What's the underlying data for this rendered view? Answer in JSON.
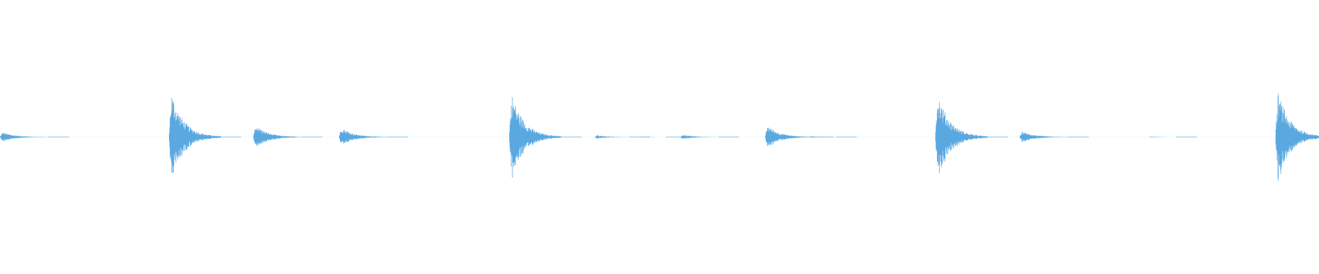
{
  "waveform": {
    "color": "#5aa8e0",
    "background": "#ffffff",
    "bursts": [
      {
        "start": 0.0,
        "peak": 0.11,
        "decay": 0.4
      },
      {
        "start": 0.128,
        "peak": 0.99,
        "decay": 0.45
      },
      {
        "start": 0.192,
        "peak": 0.28,
        "decay": 0.4
      },
      {
        "start": 0.257,
        "peak": 0.22,
        "decay": 0.4
      },
      {
        "start": 0.386,
        "peak": 0.97,
        "decay": 0.45
      },
      {
        "start": 0.451,
        "peak": 0.05,
        "decay": 0.2
      },
      {
        "start": 0.484,
        "peak": 0.01,
        "decay": 0.1
      },
      {
        "start": 0.516,
        "peak": 0.06,
        "decay": 0.25
      },
      {
        "start": 0.58,
        "peak": 0.27,
        "decay": 0.4
      },
      {
        "start": 0.613,
        "peak": 0.02,
        "decay": 0.1
      },
      {
        "start": 0.709,
        "peak": 0.98,
        "decay": 0.45
      },
      {
        "start": 0.773,
        "peak": 0.13,
        "decay": 0.4
      },
      {
        "start": 0.871,
        "peak": 0.01,
        "decay": 0.1
      },
      {
        "start": 0.967,
        "peak": 1.0,
        "decay": 0.45
      }
    ]
  }
}
